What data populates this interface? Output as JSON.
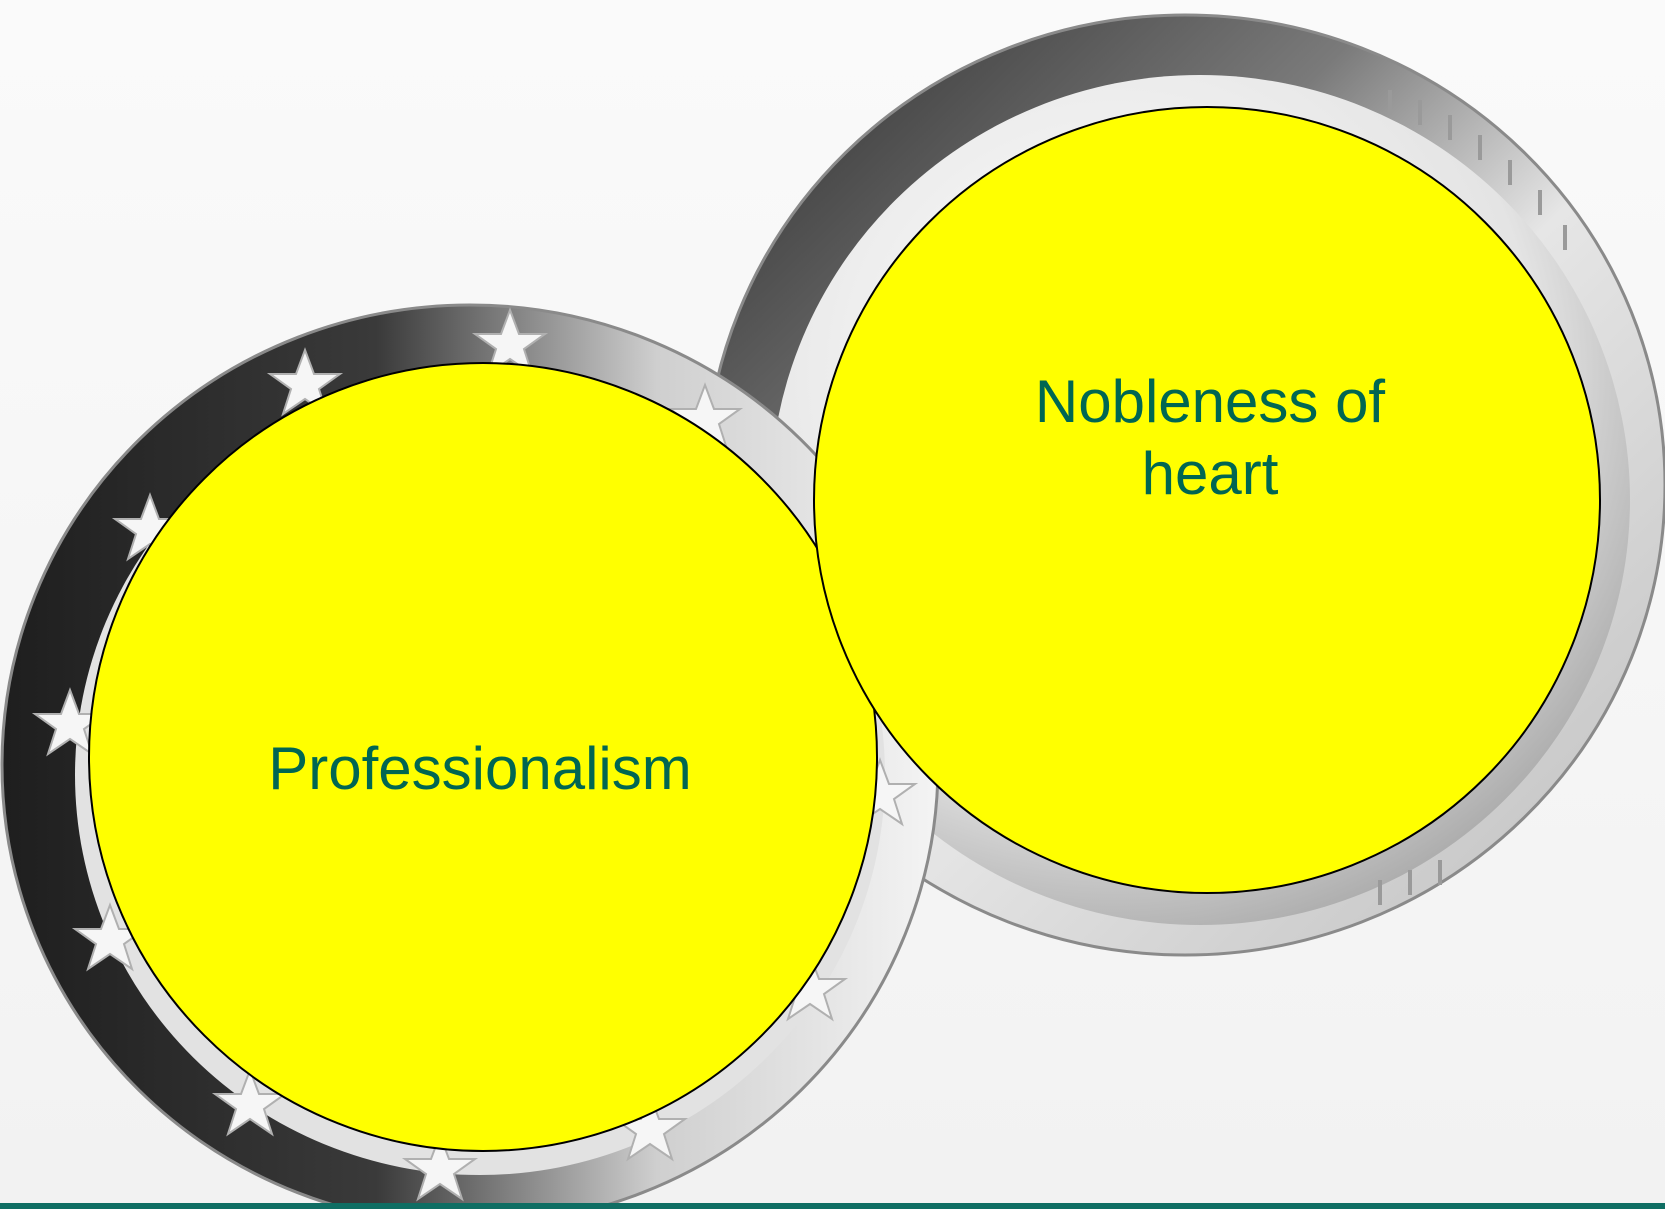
{
  "circles": [
    {
      "id": "left",
      "label": "Professionalism"
    },
    {
      "id": "right",
      "label": "Nobleness of heart"
    }
  ],
  "colors": {
    "circle_fill": "#ffff00",
    "label_text": "#006652",
    "bottom_rule": "#0f6e63"
  }
}
